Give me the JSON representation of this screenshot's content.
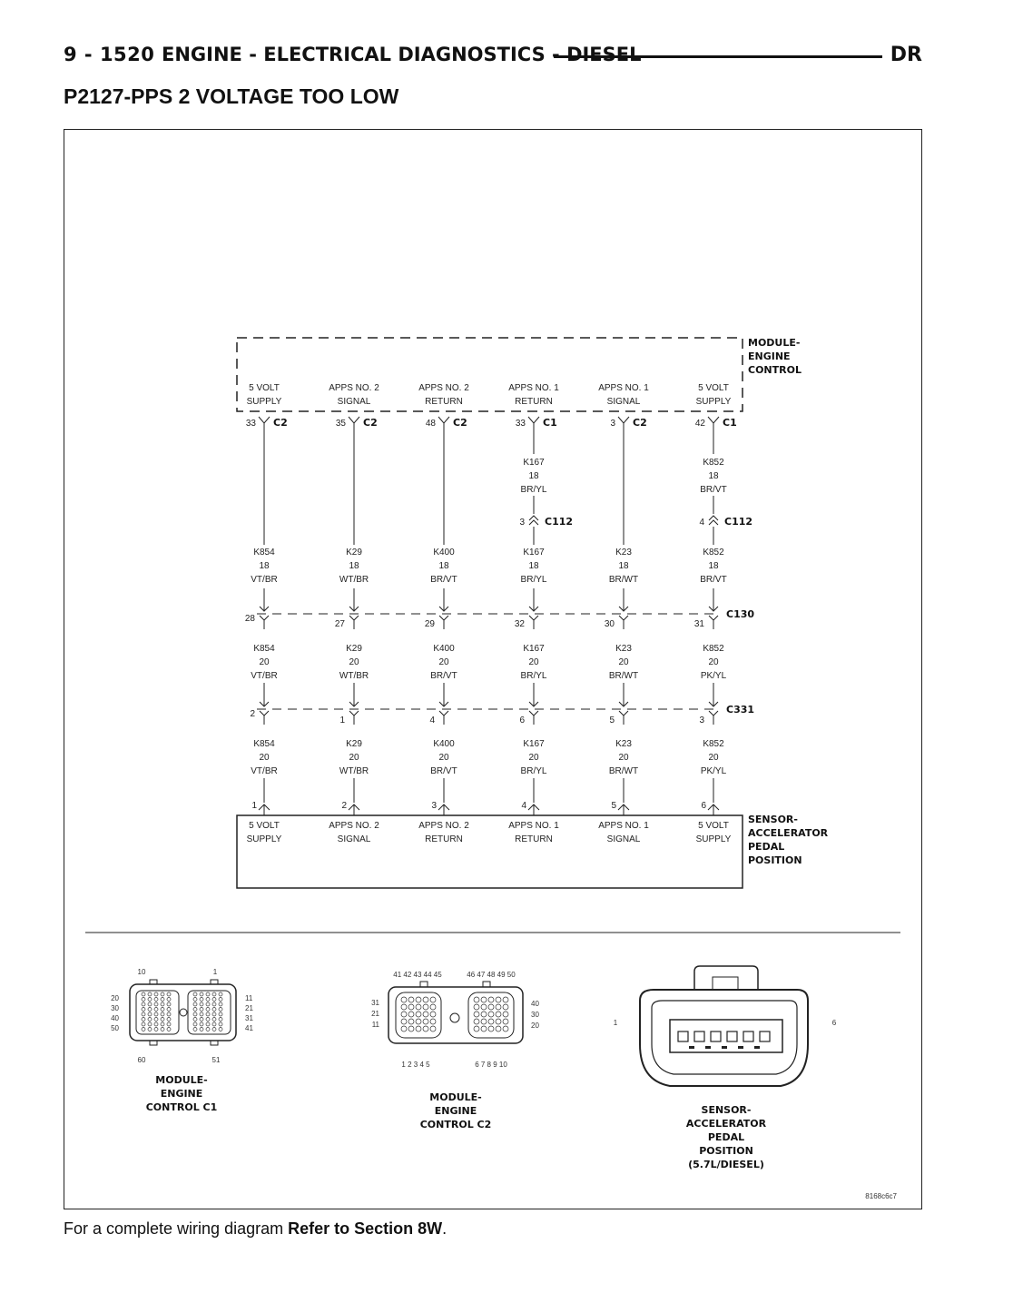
{
  "header": {
    "page": "9 - 1520",
    "section": "ENGINE - ELECTRICAL DIAGNOSTICS - DIESEL",
    "code": "DR"
  },
  "title": "P2127-PPS 2 VOLTAGE TOO LOW",
  "ecm": {
    "label": [
      "MODULE-",
      "ENGINE",
      "CONTROL"
    ],
    "pins": [
      {
        "l1": "5 VOLT",
        "l2": "SUPPLY",
        "pin": "33",
        "conn": "C2"
      },
      {
        "l1": "APPS NO. 2",
        "l2": "SIGNAL",
        "pin": "35",
        "conn": "C2"
      },
      {
        "l1": "APPS NO. 2",
        "l2": "RETURN",
        "pin": "48",
        "conn": "C2"
      },
      {
        "l1": "APPS NO. 1",
        "l2": "RETURN",
        "pin": "33",
        "conn": "C1"
      },
      {
        "l1": "APPS NO. 1",
        "l2": "SIGNAL",
        "pin": "3",
        "conn": "C2"
      },
      {
        "l1": "5 VOLT",
        "l2": "SUPPLY",
        "pin": "42",
        "conn": "C1"
      }
    ]
  },
  "c112": {
    "name": "C112",
    "upper_wires": [
      {
        "col": 3,
        "circuit": "K167",
        "gauge": "18",
        "color": "BR/YL",
        "pin": "3"
      },
      {
        "col": 5,
        "circuit": "K852",
        "gauge": "18",
        "color": "BR/VT",
        "pin": "4"
      }
    ]
  },
  "wires_18": [
    {
      "circuit": "K854",
      "gauge": "18",
      "color": "VT/BR"
    },
    {
      "circuit": "K29",
      "gauge": "18",
      "color": "WT/BR"
    },
    {
      "circuit": "K400",
      "gauge": "18",
      "color": "BR/VT"
    },
    {
      "circuit": "K167",
      "gauge": "18",
      "color": "BR/YL"
    },
    {
      "circuit": "K23",
      "gauge": "18",
      "color": "BR/WT"
    },
    {
      "circuit": "K852",
      "gauge": "18",
      "color": "BR/VT"
    }
  ],
  "c130": {
    "name": "C130",
    "pins": [
      "28",
      "27",
      "29",
      "32",
      "30",
      "31"
    ]
  },
  "wires_20a": [
    {
      "circuit": "K854",
      "gauge": "20",
      "color": "VT/BR"
    },
    {
      "circuit": "K29",
      "gauge": "20",
      "color": "WT/BR"
    },
    {
      "circuit": "K400",
      "gauge": "20",
      "color": "BR/VT"
    },
    {
      "circuit": "K167",
      "gauge": "20",
      "color": "BR/YL"
    },
    {
      "circuit": "K23",
      "gauge": "20",
      "color": "BR/WT"
    },
    {
      "circuit": "K852",
      "gauge": "20",
      "color": "PK/YL"
    }
  ],
  "c331": {
    "name": "C331",
    "pins": [
      "2",
      "1",
      "4",
      "6",
      "5",
      "3"
    ]
  },
  "wires_20b": [
    {
      "circuit": "K854",
      "gauge": "20",
      "color": "VT/BR"
    },
    {
      "circuit": "K29",
      "gauge": "20",
      "color": "WT/BR"
    },
    {
      "circuit": "K400",
      "gauge": "20",
      "color": "BR/VT"
    },
    {
      "circuit": "K167",
      "gauge": "20",
      "color": "BR/YL"
    },
    {
      "circuit": "K23",
      "gauge": "20",
      "color": "BR/WT"
    },
    {
      "circuit": "K852",
      "gauge": "20",
      "color": "PK/YL"
    }
  ],
  "sensor": {
    "label": [
      "SENSOR-",
      "ACCELERATOR",
      "PEDAL",
      "POSITION"
    ],
    "pins": [
      {
        "pin": "1",
        "l1": "5 VOLT",
        "l2": "SUPPLY"
      },
      {
        "pin": "2",
        "l1": "APPS NO. 2",
        "l2": "SIGNAL"
      },
      {
        "pin": "3",
        "l1": "APPS NO. 2",
        "l2": "RETURN"
      },
      {
        "pin": "4",
        "l1": "APPS NO. 1",
        "l2": "RETURN"
      },
      {
        "pin": "5",
        "l1": "APPS NO. 1",
        "l2": "SIGNAL"
      },
      {
        "pin": "6",
        "l1": "5 VOLT",
        "l2": "SUPPLY"
      }
    ]
  },
  "connectors": {
    "c1": {
      "label": [
        "MODULE-",
        "ENGINE",
        "CONTROL C1"
      ],
      "top": [
        "10",
        "1"
      ],
      "left": [
        "20",
        "30",
        "40",
        "50"
      ],
      "right": [
        "11",
        "21",
        "31",
        "41"
      ],
      "bottom": [
        "60",
        "51"
      ]
    },
    "c2": {
      "label": [
        "MODULE-",
        "ENGINE",
        "CONTROL C2"
      ],
      "top_left": "41 42 43 44 45",
      "top_right": "46 47 48 49 50",
      "left": [
        "31",
        "21",
        "11"
      ],
      "right": [
        "40",
        "30",
        "20"
      ],
      "bottom_left": "1  2  3  4  5",
      "bottom_right": "6  7  8  9  10"
    },
    "sensor": {
      "label": [
        "SENSOR-",
        "ACCELERATOR",
        "PEDAL",
        "POSITION",
        "(5.7L/DIESEL)"
      ],
      "left": "1",
      "right": "6"
    }
  },
  "figure_id": "8168c6c7",
  "footer": {
    "text": "For a complete wiring diagram ",
    "bold": "Refer to Section 8W",
    "end": "."
  }
}
